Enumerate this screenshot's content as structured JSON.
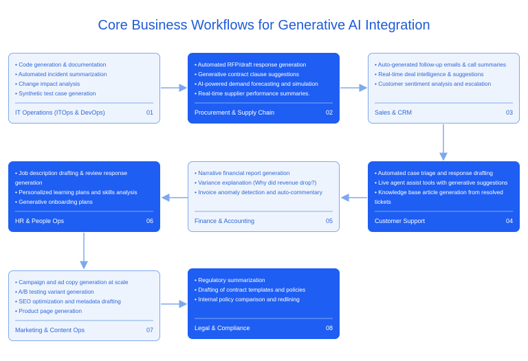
{
  "title": "Core Business Workflows for Generative AI Integration",
  "colors": {
    "accent": "#1e5ef2",
    "light_bg": "#eef4fd",
    "light_text": "#2f66d8",
    "arrow": "#7ea8ec"
  },
  "boxes": [
    {
      "name": "IT Operations (ITOps & DevOps)",
      "num": "01",
      "items": [
        "• Code generation & documentation",
        "• Automated incident summarization",
        "• Change impact analysis",
        "• Synthetic test case generation"
      ]
    },
    {
      "name": "Procurement & Supply Chain",
      "num": "02",
      "items": [
        "• Automated RFP/draft response generation",
        "• Generative contract clause suggestions",
        "• AI-powered demand forecasting and simulation",
        "• Real-time supplier performance summaries."
      ]
    },
    {
      "name": "Sales & CRM",
      "num": "03",
      "items": [
        "• Auto-generated follow-up emails & call summaries",
        "• Real-time deal intelligence & suggestions",
        "• Customer sentiment analysis and escalation"
      ]
    },
    {
      "name": "Customer Support",
      "num": "04",
      "items": [
        "• Automated case triage and response drafting",
        "• Live agent assist tools with generative suggestions",
        "• Knowledge base article generation from resolved tickets"
      ]
    },
    {
      "name": "Finance & Accounting",
      "num": "05",
      "items": [
        "• Narrative financial report generation",
        "• Variance explanation (Why did revenue drop?)",
        "• Invoice anomaly detection and auto-commentary"
      ]
    },
    {
      "name": "HR & People Ops",
      "num": "06",
      "items": [
        "• Job description drafting & review response generation",
        "• Personalized learning plans and skills analysis",
        "• Generative onboarding plans"
      ]
    },
    {
      "name": "Marketing & Content Ops",
      "num": "07",
      "items": [
        "• Campaign and ad copy generation at scale",
        "• A/B testing variant generation",
        "• SEO optimization and metadata drafting",
        "• Product page generation"
      ]
    },
    {
      "name": "Legal & Compliance",
      "num": "08",
      "items": [
        "• Regulatory summarization",
        "• Drafting of contract templates and policies",
        "• Internal policy comparison and redlining"
      ]
    }
  ]
}
